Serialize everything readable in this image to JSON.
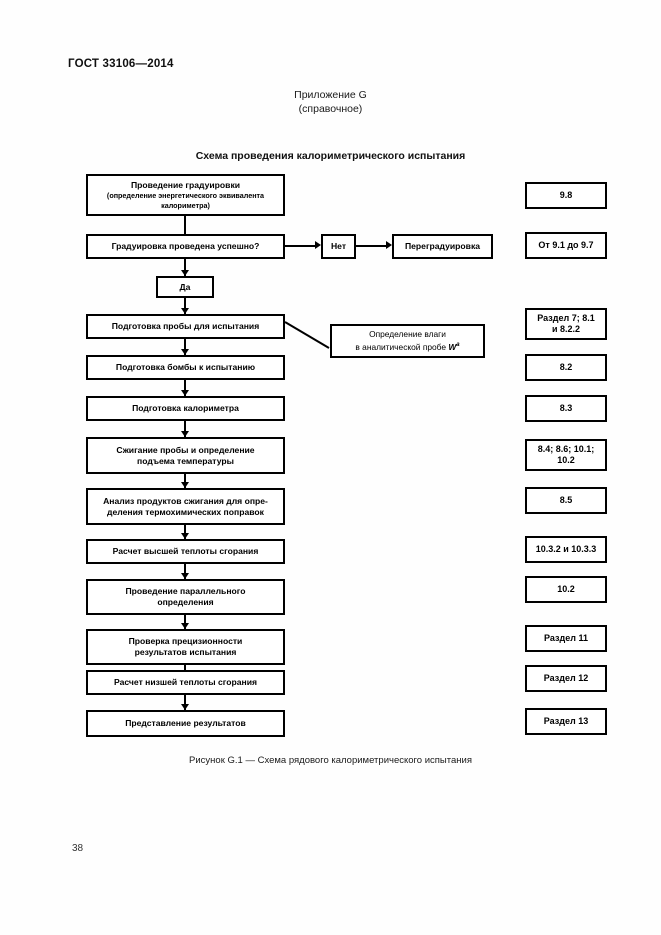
{
  "document": {
    "standard_header": "ГОСТ 33106—2014",
    "page_number": "38"
  },
  "annex": {
    "title": "Приложение G",
    "subtitle": "(справочное)"
  },
  "scheme": {
    "title": "Схема проведения калориметрического испытания",
    "caption": "Рисунок G.1 — Схема рядового калориметрического испытания"
  },
  "flow": {
    "nodes": [
      {
        "id": "calibration",
        "line1": "Проведение градуировки",
        "line2": "(определение энергетического эквивалента",
        "line3": "калориметра)"
      },
      {
        "id": "calibration-check",
        "line1": "Градуировка проведена успешно?"
      },
      {
        "id": "answer-no",
        "line1": "Нет"
      },
      {
        "id": "recalibration",
        "line1": "Переградуировка"
      },
      {
        "id": "answer-yes",
        "line1": "Да"
      },
      {
        "id": "sample-prep",
        "line1": "Подготовка пробы для испытания"
      },
      {
        "id": "bomb-prep",
        "line1": "Подготовка бомбы к испытанию"
      },
      {
        "id": "calorimeter-prep",
        "line1": "Подготовка калориметра"
      },
      {
        "id": "combustion",
        "line1": "Сжигание пробы и определение",
        "line2": "подъема температуры"
      },
      {
        "id": "products-analysis",
        "line1": "Анализ продуктов сжигания для опре-",
        "line2": "деления термохимических поправок"
      },
      {
        "id": "gross-calorific",
        "line1": "Расчет высшей теплоты сгорания"
      },
      {
        "id": "parallel-determination",
        "line1": "Проведение параллельного",
        "line2": "определения"
      },
      {
        "id": "precision-check",
        "line1": "Проверка прецизионности",
        "line2": "результатов испытания"
      },
      {
        "id": "net-calorific",
        "line1": "Расчет низшей теплоты сгорания"
      },
      {
        "id": "results",
        "line1": "Представление результатов"
      }
    ],
    "side_note": {
      "line1": "Определение влаги",
      "line2_pre": "в аналитической пробе ",
      "line2_symbol": "W",
      "line2_sup": "a"
    },
    "references": [
      {
        "id": "ref-9-8",
        "label": "9.8"
      },
      {
        "id": "ref-9-1-9-7",
        "label": "От 9.1 до 9.7"
      },
      {
        "id": "ref-section-7",
        "line1": "Раздел 7; 8.1",
        "line2": "и 8.2.2"
      },
      {
        "id": "ref-8-2",
        "label": "8.2"
      },
      {
        "id": "ref-8-3",
        "label": "8.3"
      },
      {
        "id": "ref-8-4",
        "line1": "8.4; 8.6; 10.1;",
        "line2": "10.2"
      },
      {
        "id": "ref-8-5",
        "label": "8.5"
      },
      {
        "id": "ref-10-3",
        "label": "10.3.2 и 10.3.3"
      },
      {
        "id": "ref-10-2",
        "label": "10.2"
      },
      {
        "id": "ref-section-11",
        "label": "Раздел 11"
      },
      {
        "id": "ref-section-12",
        "label": "Раздел 12"
      },
      {
        "id": "ref-section-13",
        "label": "Раздел 13"
      }
    ]
  },
  "colors": {
    "ink": "#000000",
    "paper": "#ffffff"
  }
}
